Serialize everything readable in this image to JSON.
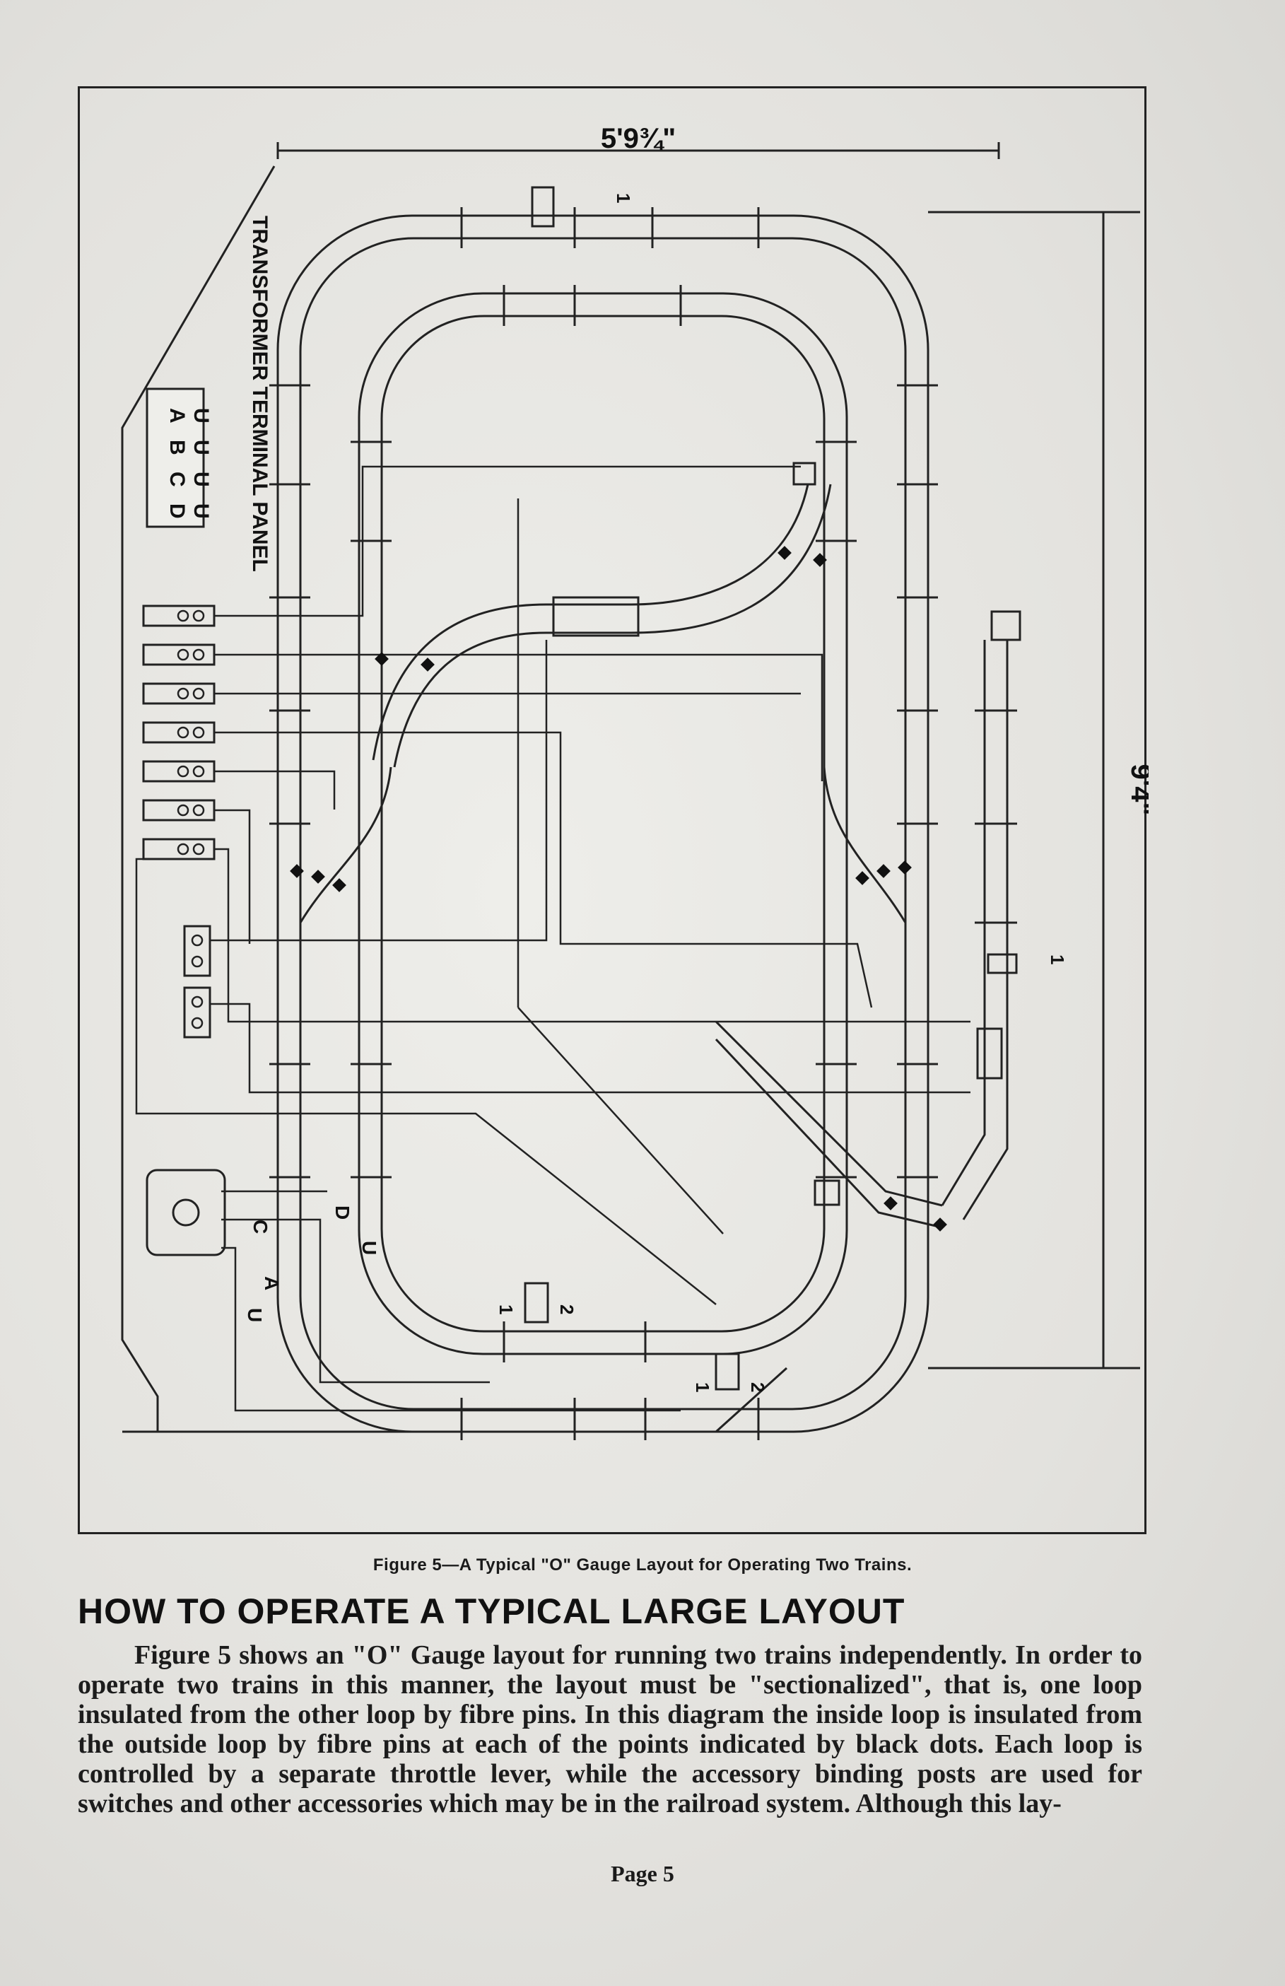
{
  "figure": {
    "caption": "Figure 5—A Typical \"O\" Gauge Layout for Operating Two Trains.",
    "dimension_width": "5'9¾\"",
    "dimension_height": "9'4\"",
    "panel_title": "TRANSFORMER TERMINAL PANEL",
    "panel_terminals": [
      {
        "top": "U",
        "bottom": "A"
      },
      {
        "top": "U",
        "bottom": "B"
      },
      {
        "top": "U",
        "bottom": "C"
      },
      {
        "top": "U",
        "bottom": "D"
      }
    ],
    "transformer_labels": [
      "C",
      "D",
      "U",
      "A",
      "U"
    ],
    "track_labels": [
      "1",
      "2",
      "1",
      "2",
      "1",
      "1"
    ]
  },
  "heading": "HOW TO OPERATE A TYPICAL LARGE LAYOUT",
  "body": "Figure 5 shows an \"O\" Gauge layout for running two trains independently. In order to operate two trains in this manner, the layout must be \"sectionalized\", that is, one loop insulated from the other loop by fibre pins. In this diagram the inside loop is insulated from the outside loop by fibre pins at each of the points indicated by black dots. Each loop is controlled by a separate throttle lever, while the accessory binding posts are used for switches and other accessories which may be in the railroad system. Although this lay-",
  "page_number": "Page 5"
}
